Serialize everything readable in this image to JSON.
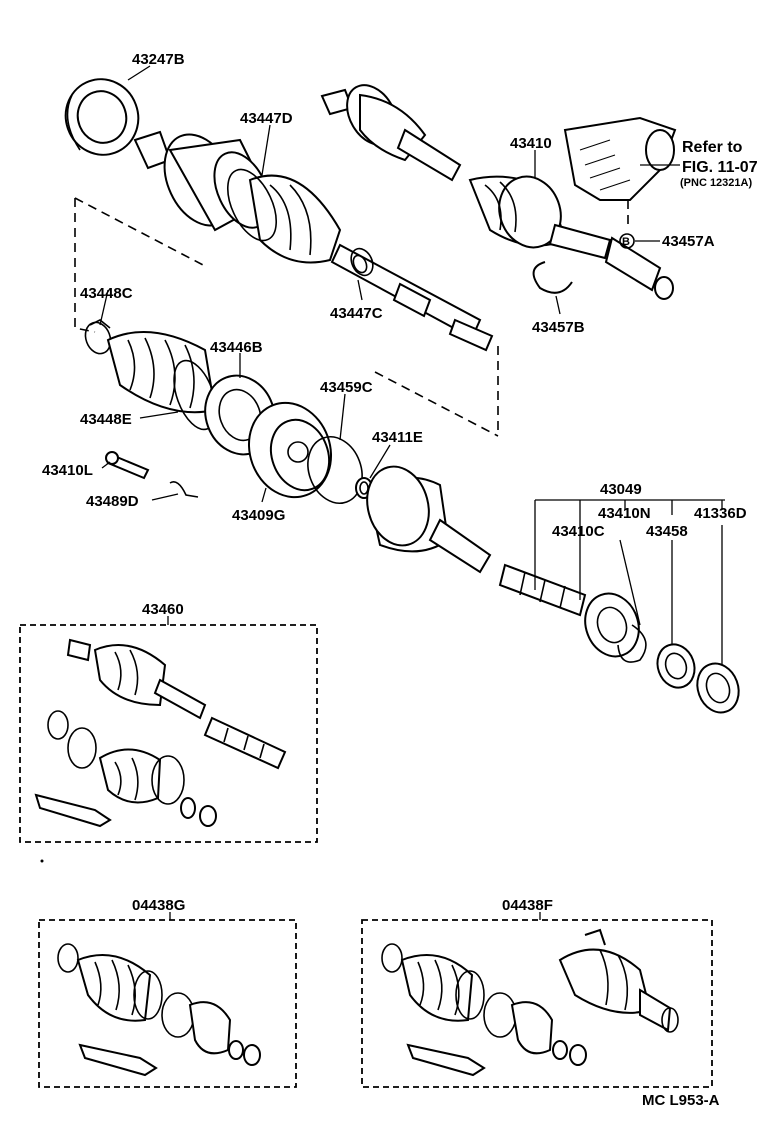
{
  "parts": {
    "p43247b": "43247B",
    "p43447d": "43447D",
    "p43410": "43410",
    "ref_line1": "Refer to",
    "ref_line2": "FIG. 11-07",
    "ref_line3": "(PNC 12321A)",
    "p43457a_marker": "B",
    "p43457a": "43457A",
    "p43457b": "43457B",
    "p43448c": "43448C",
    "p43447c": "43447C",
    "p43446b": "43446B",
    "p43459c": "43459C",
    "p43448e": "43448E",
    "p43411e": "43411E",
    "p43410l": "43410L",
    "p43489d": "43489D",
    "p43409g": "43409G",
    "p43049": "43049",
    "p43410n": "43410N",
    "p41336d": "41336D",
    "p43410c": "43410C",
    "p43458": "43458",
    "p43460": "43460",
    "p04438g": "04438G",
    "p04438f": "04438F"
  },
  "figure_code": "MC L953-A"
}
